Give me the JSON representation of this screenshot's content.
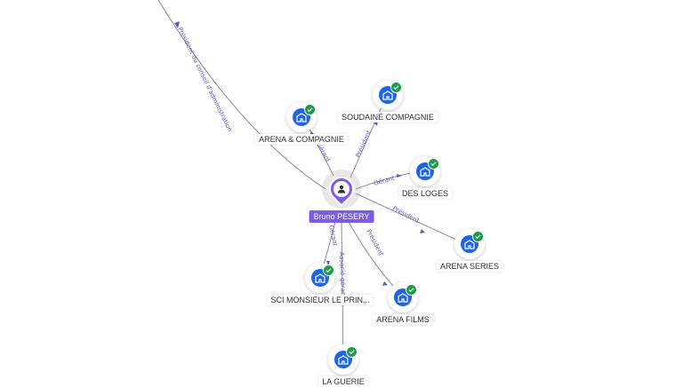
{
  "colors": {
    "person": "#7b5ce6",
    "company": "#1f63e8",
    "check": "#1d9a4a",
    "edge_label": "#5b58c7"
  },
  "person": {
    "name": "Bruno PESERY",
    "icon": "person-icon"
  },
  "companies": {
    "soudaine": {
      "name": "SOUDAINE COMPAGNIE",
      "icon": "building-icon"
    },
    "arena_compagnie": {
      "name": "ARENA & COMPAGNIE",
      "icon": "building-icon"
    },
    "des_loges": {
      "name": "DES LOGES",
      "icon": "building-icon"
    },
    "arena_series": {
      "name": "ARENA SERIES",
      "icon": "building-icon"
    },
    "arena_films": {
      "name": "ARENA FILMS",
      "icon": "building-icon"
    },
    "sci_monsieur": {
      "name": "SCI MONSIEUR LE PRIN...",
      "icon": "building-icon"
    },
    "la_guerie": {
      "name": "LA GUERIE",
      "icon": "building-icon"
    }
  },
  "edges": {
    "offscreen": "Président du conseil d'administration",
    "soudaine": "Président",
    "arena_compagnie": "Gérant",
    "des_loges": "Gérant",
    "arena_series": "Président",
    "arena_films": "Président",
    "sci_monsieur": "Gérant",
    "la_guerie": "Associé-gérant"
  }
}
